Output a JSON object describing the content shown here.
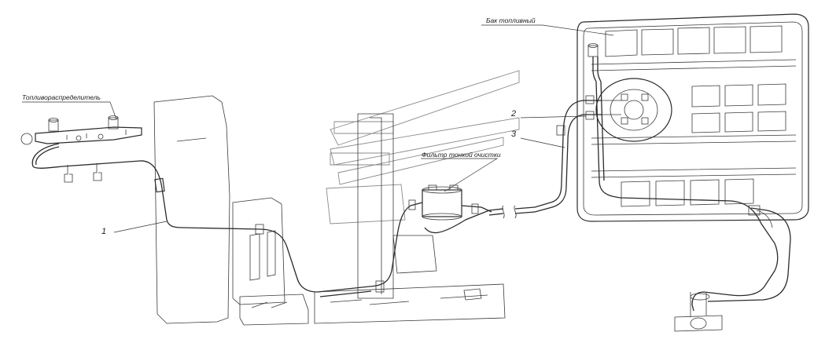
{
  "labels": {
    "fuel_distributor": "Топливораспределитель",
    "fuel_tank": "Бак топливный",
    "fine_filter": "Фильтр тонкой очистки",
    "callout_1": "1",
    "callout_2": "2",
    "callout_3": "3"
  },
  "colors": {
    "line": "#2b2b2b",
    "ghost": "#8a8a8a",
    "background": "#ffffff"
  }
}
